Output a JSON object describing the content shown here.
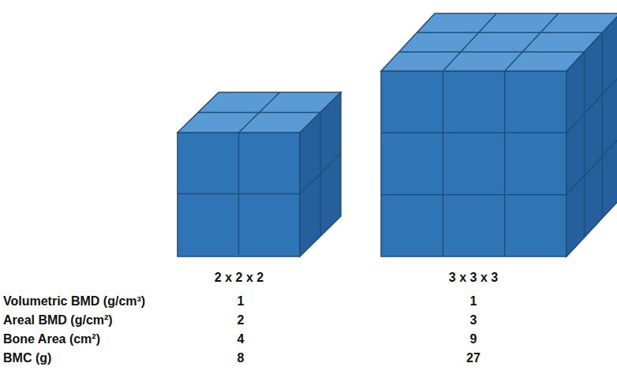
{
  "diagram": {
    "labels": [
      "2 x 2 x 2",
      "3 x 3 x 3",
      "Volumetric BMD (g/cm³)",
      "1",
      "1",
      "Areal BMD (g/cm²)",
      "2",
      "3",
      "Bone Area (cm²)",
      "4",
      "9",
      "BMC (g)",
      "8",
      "27"
    ]
  }
}
